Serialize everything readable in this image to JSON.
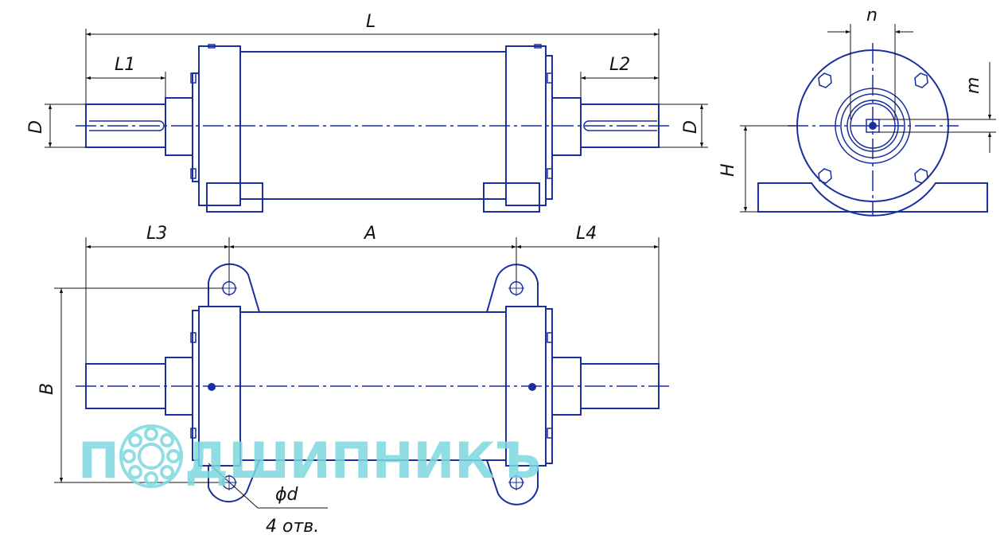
{
  "colors": {
    "outline": "#1a2fa0",
    "dimension": "#111111",
    "watermark": "#7dd8e0"
  },
  "dims": {
    "L": "L",
    "L1": "L1",
    "L2": "L2",
    "L3": "L3",
    "L4": "L4",
    "A": "A",
    "B": "B",
    "D_left": "D",
    "D_right": "D",
    "H": "H",
    "n": "n",
    "m": "m",
    "d": "ϕd",
    "holes": "4 отв."
  },
  "watermark": {
    "part1": "П",
    "part2": "ДШИПНИКЪ"
  },
  "views": [
    "front-view",
    "side-view",
    "top-view"
  ]
}
